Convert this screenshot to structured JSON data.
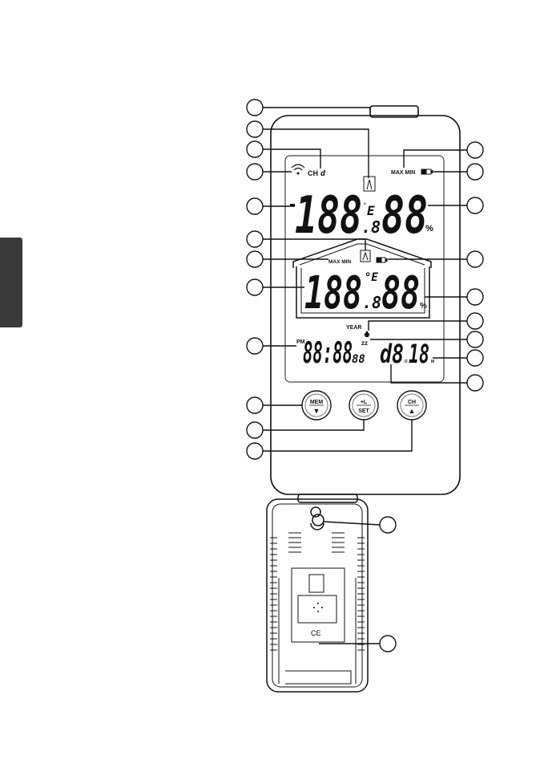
{
  "display": {
    "channel_label": "CH",
    "channel_value": "d",
    "outdoor_temp": "188",
    "outdoor_temp_decimal": ".8",
    "outdoor_temp_unit": "E",
    "outdoor_humidity": "88",
    "humidity_unit": "%",
    "max_min_label": "MAX MIN",
    "indoor_temp": "188",
    "indoor_temp_decimal": ".8",
    "indoor_temp_unit": "°E",
    "indoor_humidity": "88",
    "year_label": "YEAR",
    "pm_label": "PM",
    "time": "88:88",
    "seconds": "88",
    "zz_label": "zz",
    "date_day": "d8",
    "date_month": "18",
    "day_marker": "D",
    "month_marker": "M"
  },
  "buttons": {
    "mem": {
      "top": "MEM",
      "arrow": "▼"
    },
    "set": {
      "top": "+L",
      "bottom": "SET"
    },
    "ch": {
      "top": "CH",
      "arrow": "▲"
    }
  },
  "back": {
    "ce_mark": "CE"
  },
  "colors": {
    "line": "#111111",
    "display_border": "#444444",
    "side_tab": "#3a3a3a"
  }
}
